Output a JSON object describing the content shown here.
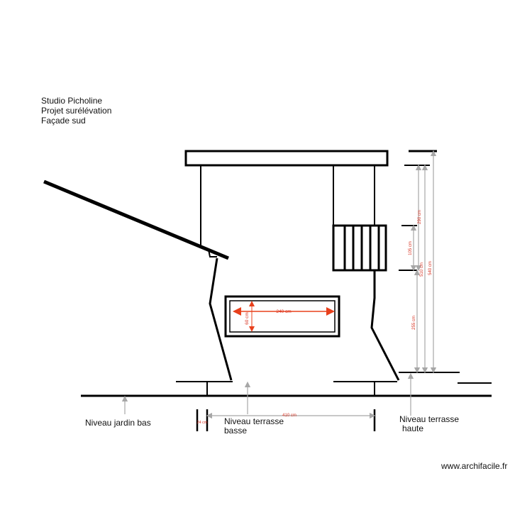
{
  "header": {
    "studio": "Studio Picholine",
    "project": "Projet surélévation",
    "facade": "Façade sud"
  },
  "levels": {
    "jardin_bas": "Niveau jardin bas",
    "terrasse_basse_line1": "Niveau terrasse",
    "terrasse_basse_line2": "basse",
    "terrasse_haute_line1": "Niveau terrasse",
    "terrasse_haute_line2": "haute"
  },
  "dimensions": {
    "window_width": "240 cm",
    "window_height": "60 cm",
    "ground_width": "410 cm",
    "step": "24 cm",
    "railing_top": "290 cm",
    "railing_height": "105 cm",
    "upper_total": "510 cm",
    "total_height": "540 cm",
    "lower_height": "255 cm"
  },
  "credit": "www.archifacile.fr",
  "colors": {
    "line": "#000000",
    "dimension_arrow": "#e8401c",
    "dimension_text": "#d7301f",
    "gray_arrow": "#a7a7a7"
  }
}
